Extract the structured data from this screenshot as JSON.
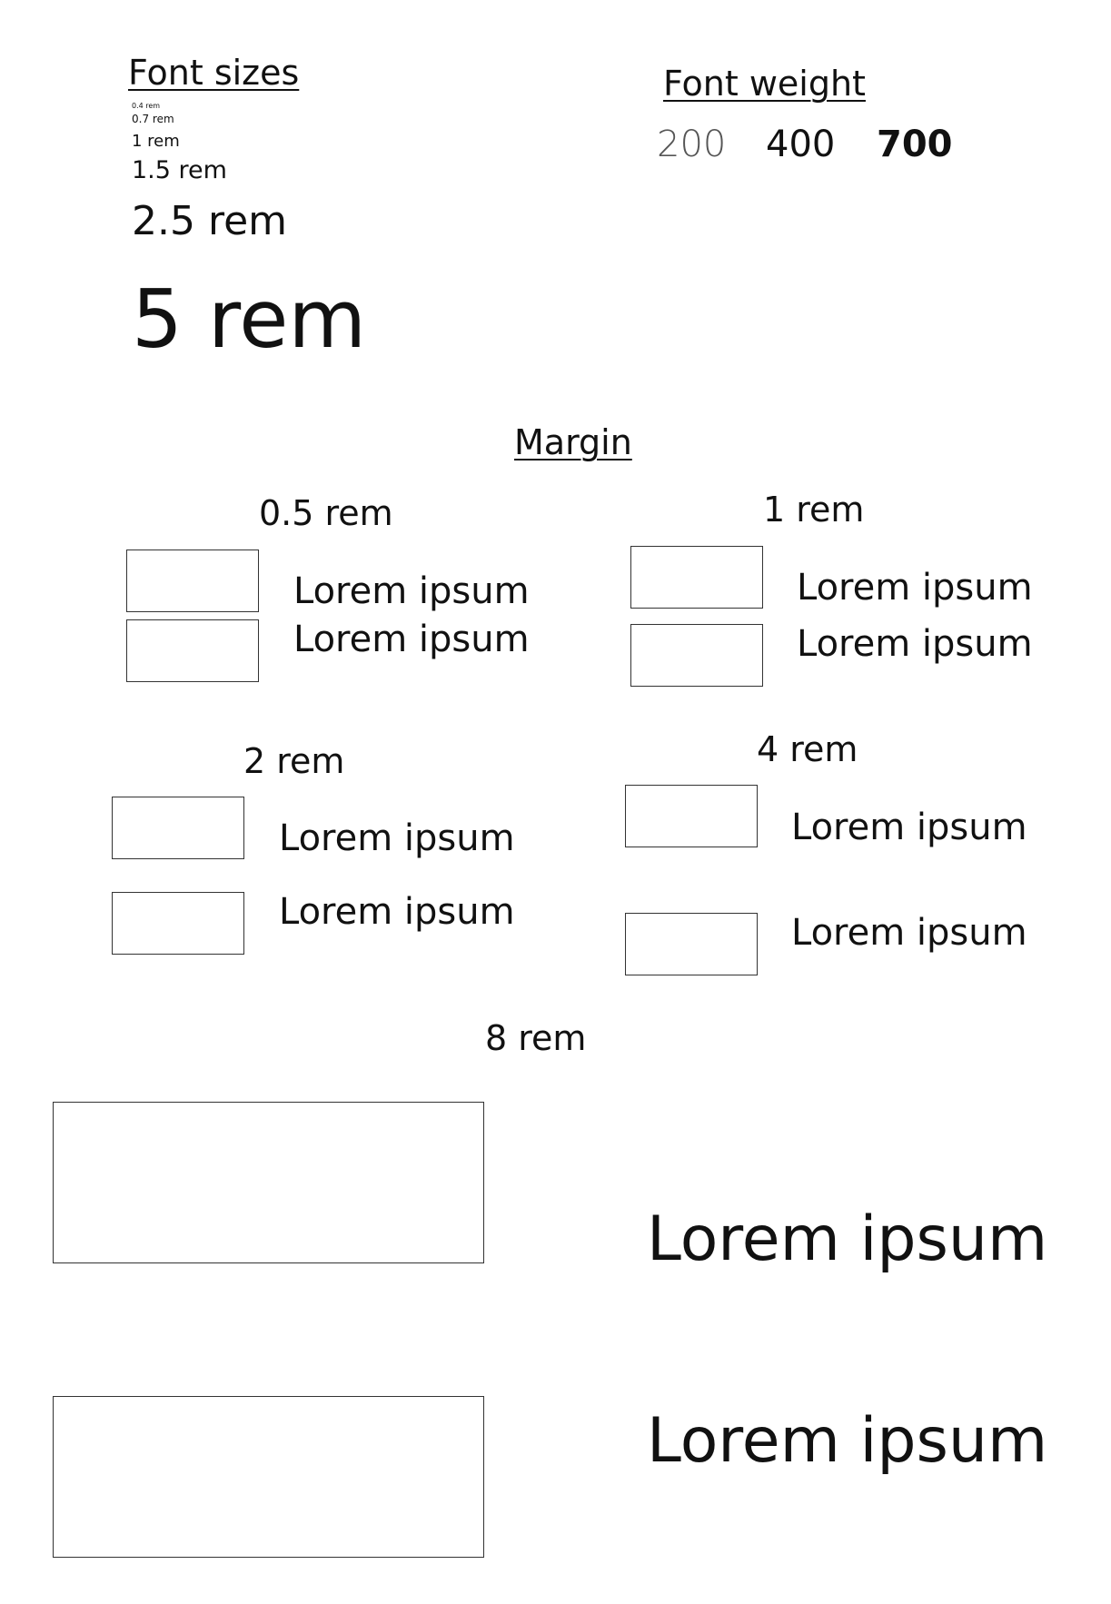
{
  "font_sizes": {
    "heading": "Font sizes",
    "items": [
      "0.4 rem",
      "0.7 rem",
      "1 rem",
      "1.5 rem",
      "2.5 rem",
      "5 rem"
    ]
  },
  "font_weight": {
    "heading": "Font weight",
    "items": [
      "200",
      "400",
      "700"
    ]
  },
  "margin": {
    "heading": "Margin",
    "groups": [
      {
        "label": "0.5 rem",
        "lines": [
          "Lorem ipsum",
          "Lorem ipsum"
        ]
      },
      {
        "label": "1 rem",
        "lines": [
          "Lorem ipsum",
          "Lorem ipsum"
        ]
      },
      {
        "label": "2 rem",
        "lines": [
          "Lorem ipsum",
          "Lorem ipsum"
        ]
      },
      {
        "label": "4 rem",
        "lines": [
          "Lorem ipsum",
          "Lorem ipsum"
        ]
      },
      {
        "label": "8 rem",
        "lines": [
          "Lorem ipsum",
          "Lorem ipsum"
        ]
      }
    ]
  }
}
